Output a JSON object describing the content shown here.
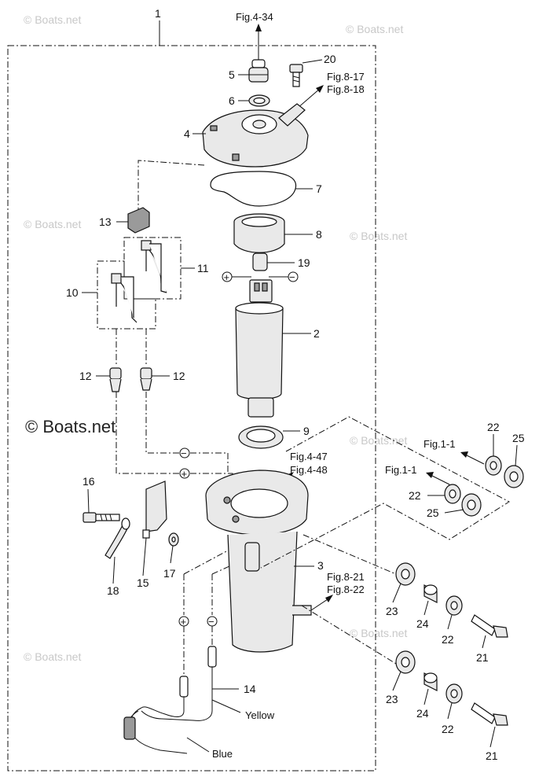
{
  "watermark": "© Boats.net",
  "watermark_main": "© Boats.net",
  "callouts": [
    {
      "id": "c1",
      "text": "1"
    },
    {
      "id": "c2",
      "text": "2"
    },
    {
      "id": "c3",
      "text": "3"
    },
    {
      "id": "c4",
      "text": "4"
    },
    {
      "id": "c5",
      "text": "5"
    },
    {
      "id": "c6",
      "text": "6"
    },
    {
      "id": "c7",
      "text": "7"
    },
    {
      "id": "c8",
      "text": "8"
    },
    {
      "id": "c9",
      "text": "9"
    },
    {
      "id": "c10",
      "text": "10"
    },
    {
      "id": "c11",
      "text": "11"
    },
    {
      "id": "c12a",
      "text": "12"
    },
    {
      "id": "c12b",
      "text": "12"
    },
    {
      "id": "c13",
      "text": "13"
    },
    {
      "id": "c14",
      "text": "14"
    },
    {
      "id": "c15",
      "text": "15"
    },
    {
      "id": "c16",
      "text": "16"
    },
    {
      "id": "c17",
      "text": "17"
    },
    {
      "id": "c18",
      "text": "18"
    },
    {
      "id": "c19",
      "text": "19"
    },
    {
      "id": "c20",
      "text": "20"
    },
    {
      "id": "c21a",
      "text": "21"
    },
    {
      "id": "c21b",
      "text": "21"
    },
    {
      "id": "c22a",
      "text": "22"
    },
    {
      "id": "c22b",
      "text": "22"
    },
    {
      "id": "c22c",
      "text": "22"
    },
    {
      "id": "c22d",
      "text": "22"
    },
    {
      "id": "c23a",
      "text": "23"
    },
    {
      "id": "c23b",
      "text": "23"
    },
    {
      "id": "c24a",
      "text": "24"
    },
    {
      "id": "c24b",
      "text": "24"
    },
    {
      "id": "c25a",
      "text": "25"
    },
    {
      "id": "c25b",
      "text": "25"
    }
  ],
  "references": {
    "fig_4_34": "Fig.4-34",
    "fig_8_17": "Fig.8-17",
    "fig_8_18": "Fig.8-18",
    "fig_4_47": "Fig.4-47",
    "fig_4_48": "Fig.4-48",
    "fig_8_21": "Fig.8-21",
    "fig_8_22": "Fig.8-22",
    "fig_1_1_a": "Fig.1-1",
    "fig_1_1_b": "Fig.1-1"
  },
  "wire_labels": {
    "yellow": "Yellow",
    "blue": "Blue"
  },
  "polarity": {
    "plus": "+",
    "minus": "−"
  }
}
